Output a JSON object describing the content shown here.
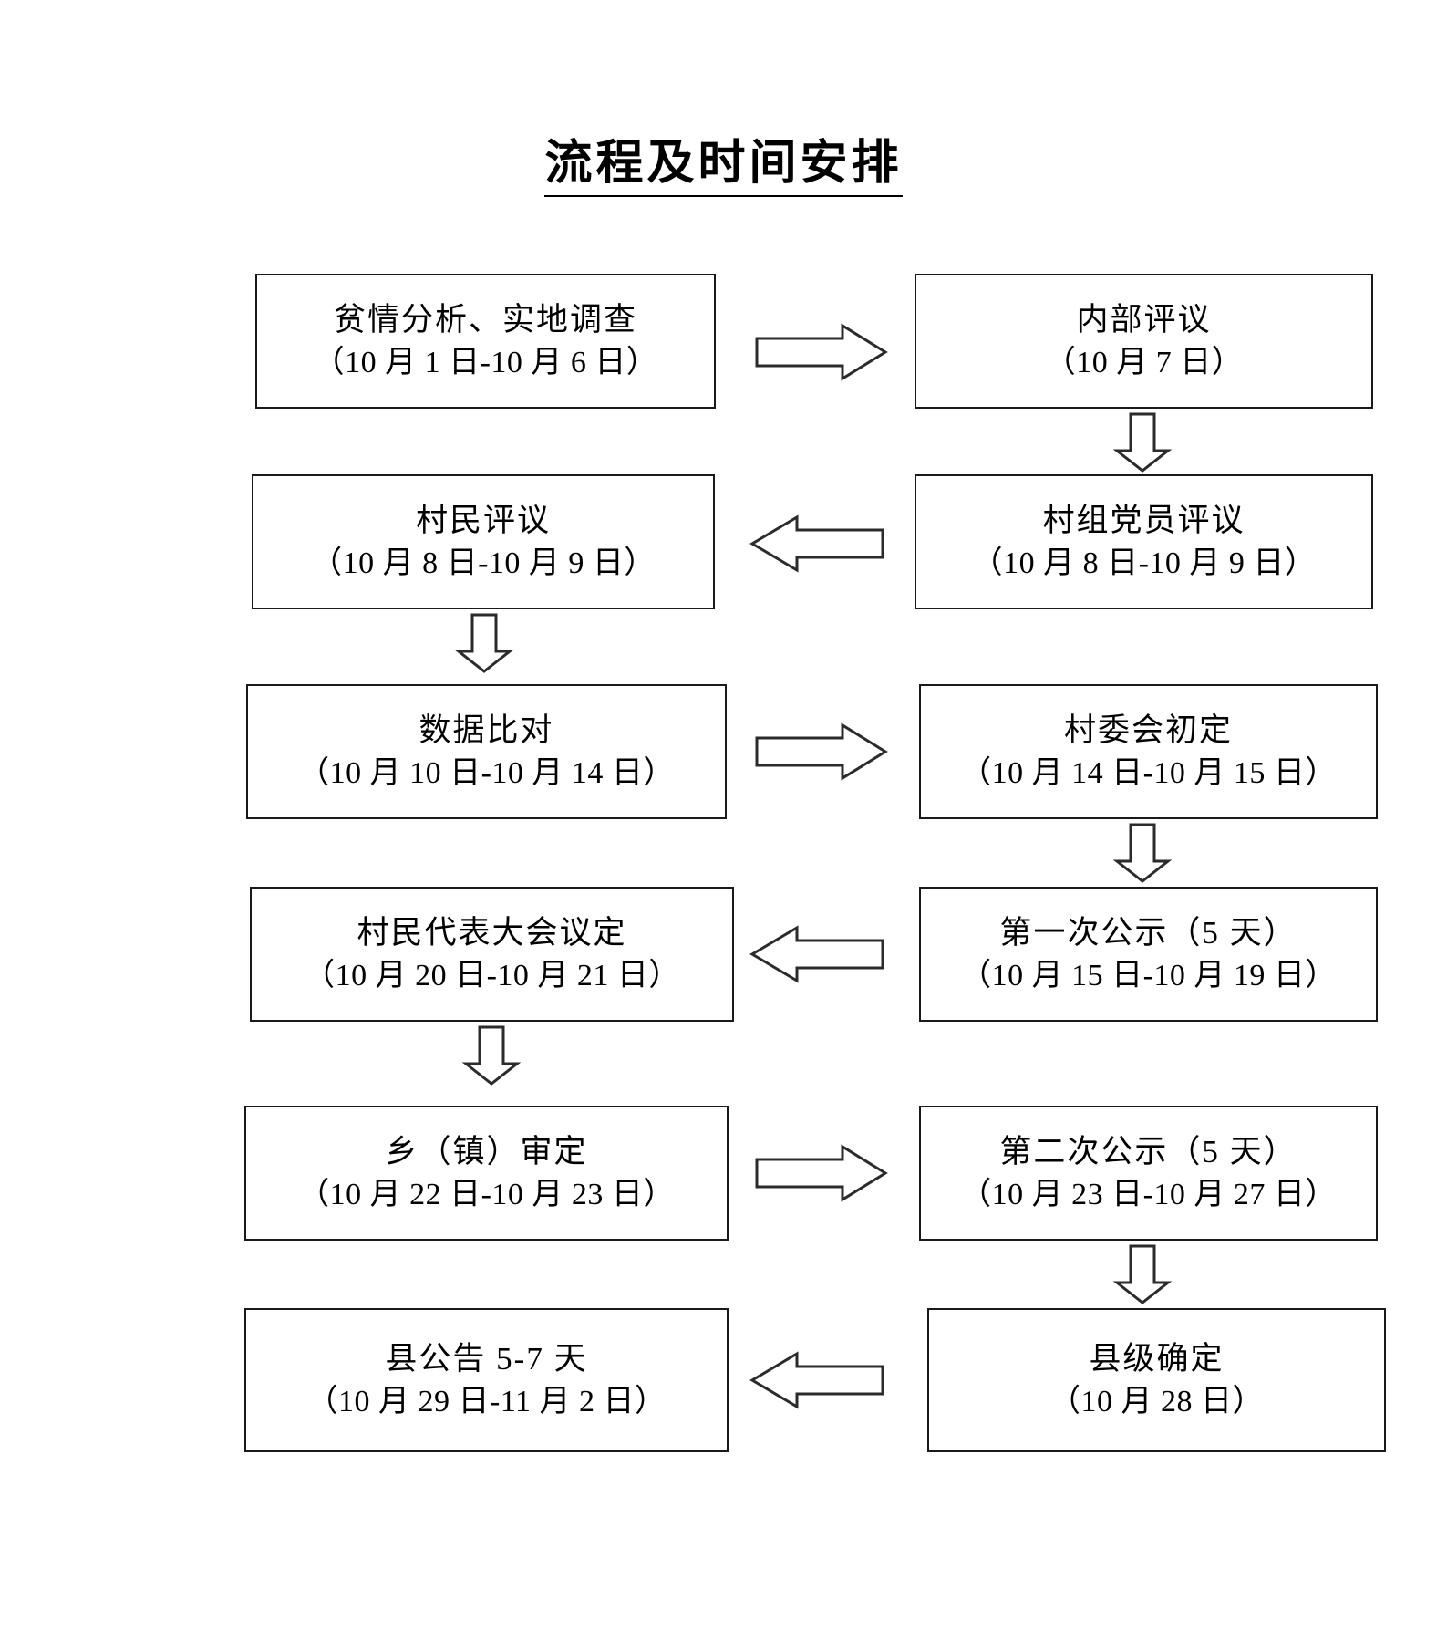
{
  "title": "流程及时间安排",
  "colors": {
    "box_border": "#1a1a1a",
    "arrow_stroke": "#2b2b2b",
    "background": "#ffffff",
    "text": "#000000"
  },
  "chart_data": {
    "type": "diagram",
    "diagram_kind": "flowchart",
    "title": "流程及时间安排",
    "layout": "two-column boustrophedon (left-to-right then right-to-left)",
    "nodes": [
      {
        "id": "n1",
        "name": "贫情分析、实地调查",
        "period": "（10 月 1 日-10 月 6 日）",
        "column": "left",
        "row": 1
      },
      {
        "id": "n2",
        "name": "内部评议",
        "period": "（10 月 7 日）",
        "column": "right",
        "row": 1
      },
      {
        "id": "n3",
        "name": "村组党员评议",
        "period": "（10 月 8 日-10 月 9 日）",
        "column": "right",
        "row": 2
      },
      {
        "id": "n4",
        "name": "村民评议",
        "period": "（10 月 8 日-10 月 9 日）",
        "column": "left",
        "row": 2
      },
      {
        "id": "n5",
        "name": "数据比对",
        "period": "（10 月 10 日-10 月 14 日）",
        "column": "left",
        "row": 3
      },
      {
        "id": "n6",
        "name": "村委会初定",
        "period": "（10 月 14 日-10 月 15 日）",
        "column": "right",
        "row": 3
      },
      {
        "id": "n7",
        "name": "第一次公示（5 天）",
        "period": "（10 月 15 日-10 月 19 日）",
        "column": "right",
        "row": 4
      },
      {
        "id": "n8",
        "name": "村民代表大会议定",
        "period": "（10 月 20 日-10 月 21 日）",
        "column": "left",
        "row": 4
      },
      {
        "id": "n9",
        "name": "乡（镇）审定",
        "period": "（10 月 22 日-10 月 23 日）",
        "column": "left",
        "row": 5
      },
      {
        "id": "n10",
        "name": "第二次公示（5 天）",
        "period": "（10 月 23 日-10 月 27 日）",
        "column": "right",
        "row": 5
      },
      {
        "id": "n11",
        "name": "县级确定",
        "period": "（10 月 28 日）",
        "column": "right",
        "row": 6
      },
      {
        "id": "n12",
        "name": "县公告 5-7 天",
        "period": "（10 月 29 日-11 月 2 日）",
        "column": "left",
        "row": 6
      }
    ],
    "edges": [
      {
        "from": "n1",
        "to": "n2",
        "direction": "right"
      },
      {
        "from": "n2",
        "to": "n3",
        "direction": "down"
      },
      {
        "from": "n3",
        "to": "n4",
        "direction": "left"
      },
      {
        "from": "n4",
        "to": "n5",
        "direction": "down"
      },
      {
        "from": "n5",
        "to": "n6",
        "direction": "right"
      },
      {
        "from": "n6",
        "to": "n7",
        "direction": "down"
      },
      {
        "from": "n7",
        "to": "n8",
        "direction": "left"
      },
      {
        "from": "n8",
        "to": "n9",
        "direction": "down"
      },
      {
        "from": "n9",
        "to": "n10",
        "direction": "right"
      },
      {
        "from": "n10",
        "to": "n11",
        "direction": "down"
      },
      {
        "from": "n11",
        "to": "n12",
        "direction": "left"
      }
    ]
  },
  "arrows": {
    "right_icon": "arrow-right-block",
    "left_icon": "arrow-left-block",
    "down_icon": "arrow-down-block"
  }
}
